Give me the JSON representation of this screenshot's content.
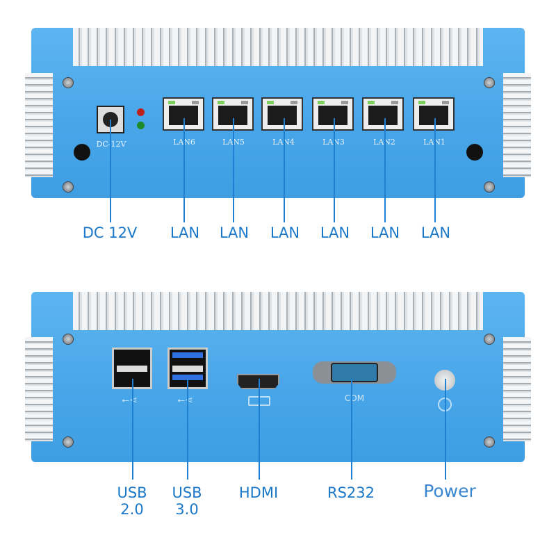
{
  "top_panel": {
    "printed": {
      "dc": "DC-12V",
      "lan": [
        "LAN6",
        "LAN5",
        "LAN4",
        "LAN3",
        "LAN2",
        "LAN1"
      ]
    },
    "callouts": {
      "dc": "DC 12V",
      "lan": [
        "LAN",
        "LAN",
        "LAN",
        "LAN",
        "LAN",
        "LAN"
      ]
    }
  },
  "bottom_panel": {
    "printed": {
      "com": "COM"
    },
    "callouts": {
      "usb2_line1": "USB",
      "usb2_line2": "2.0",
      "usb3_line1": "USB",
      "usb3_line2": "3.0",
      "hdmi": "HDMI",
      "rs232": "RS232",
      "power": "Power"
    }
  },
  "colors": {
    "chassis": "#47a5e8",
    "callout": "#1b78c8"
  }
}
